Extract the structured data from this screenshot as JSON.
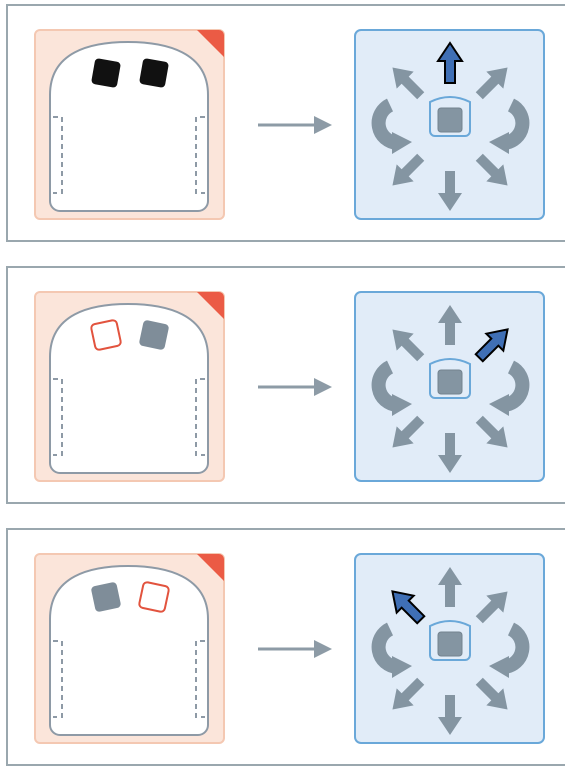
{
  "colors": {
    "panel_border": "#9aa7ae",
    "sensor_card_bg": "#fbe5da",
    "sensor_card_border": "#f4c8b2",
    "corner_flag": "#eb5b45",
    "robot_outline": "#8e9aa6",
    "sensor_black": "#111111",
    "sensor_gray": "#7f8d99",
    "sensor_empty_outline": "#e2533e",
    "arrow_connector": "#8d9ba6",
    "motion_card_bg": "#e1ecf8",
    "motion_card_border": "#6aa8d9",
    "motion_gray": "#8495a2",
    "motion_active": "#3f6fb5"
  },
  "rules": [
    {
      "sensors": {
        "left": "black",
        "right": "black"
      },
      "motion": {
        "active": "forward",
        "active_icon": "arrow-up-icon"
      }
    },
    {
      "sensors": {
        "left": "white",
        "right": "any"
      },
      "motion": {
        "active": "forward-right",
        "active_icon": "arrow-up-right-icon"
      }
    },
    {
      "sensors": {
        "left": "any",
        "right": "white"
      },
      "motion": {
        "active": "forward-left",
        "active_icon": "arrow-up-left-icon"
      }
    }
  ]
}
